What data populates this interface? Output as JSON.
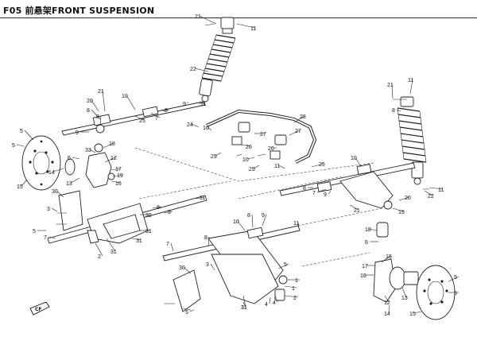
{
  "header": {
    "title": "F05 前悬架FRONT SUSPENSION"
  },
  "logo": {
    "text": "CF"
  },
  "callouts": [
    {
      "n": "21"
    },
    {
      "n": "11"
    },
    {
      "n": "22"
    },
    {
      "n": "10"
    },
    {
      "n": "21"
    },
    {
      "n": "8"
    },
    {
      "n": "20"
    },
    {
      "n": "8"
    },
    {
      "n": "7"
    },
    {
      "n": "25"
    },
    {
      "n": "8"
    },
    {
      "n": "11"
    },
    {
      "n": "9"
    },
    {
      "n": "9"
    },
    {
      "n": "5"
    },
    {
      "n": "5"
    },
    {
      "n": "33"
    },
    {
      "n": "18"
    },
    {
      "n": "6"
    },
    {
      "n": "12"
    },
    {
      "n": "17"
    },
    {
      "n": "19"
    },
    {
      "n": "16"
    },
    {
      "n": "14"
    },
    {
      "n": "13"
    },
    {
      "n": "15"
    },
    {
      "n": "30"
    },
    {
      "n": "3"
    },
    {
      "n": "5"
    },
    {
      "n": "32"
    },
    {
      "n": "31"
    },
    {
      "n": "31"
    },
    {
      "n": "2"
    },
    {
      "n": "31"
    },
    {
      "n": "7"
    },
    {
      "n": "9"
    },
    {
      "n": "8"
    },
    {
      "n": "11"
    },
    {
      "n": "24"
    },
    {
      "n": "10"
    },
    {
      "n": "29"
    },
    {
      "n": "26"
    },
    {
      "n": "27"
    },
    {
      "n": "28"
    },
    {
      "n": "27"
    },
    {
      "n": "10"
    },
    {
      "n": "29"
    },
    {
      "n": "26"
    },
    {
      "n": "11"
    },
    {
      "n": "25"
    },
    {
      "n": "21"
    },
    {
      "n": "11"
    },
    {
      "n": "8"
    },
    {
      "n": "22"
    },
    {
      "n": "11"
    },
    {
      "n": "10"
    },
    {
      "n": "7"
    },
    {
      "n": "8"
    },
    {
      "n": "9"
    },
    {
      "n": "21"
    },
    {
      "n": "20"
    },
    {
      "n": "19"
    },
    {
      "n": "10"
    },
    {
      "n": "8"
    },
    {
      "n": "9"
    },
    {
      "n": "11"
    },
    {
      "n": "7"
    },
    {
      "n": "8"
    },
    {
      "n": "30"
    },
    {
      "n": "3"
    },
    {
      "n": "1"
    },
    {
      "n": "31"
    },
    {
      "n": "4"
    },
    {
      "n": "2"
    },
    {
      "n": "5"
    },
    {
      "n": "5"
    },
    {
      "n": "18"
    },
    {
      "n": "6"
    },
    {
      "n": "17"
    },
    {
      "n": "19"
    },
    {
      "n": "16"
    },
    {
      "n": "12"
    },
    {
      "n": "13"
    },
    {
      "n": "14"
    },
    {
      "n": "15"
    },
    {
      "n": "5"
    },
    {
      "n": "5"
    },
    {
      "n": "1"
    },
    {
      "n": "4"
    },
    {
      "n": "31"
    }
  ]
}
